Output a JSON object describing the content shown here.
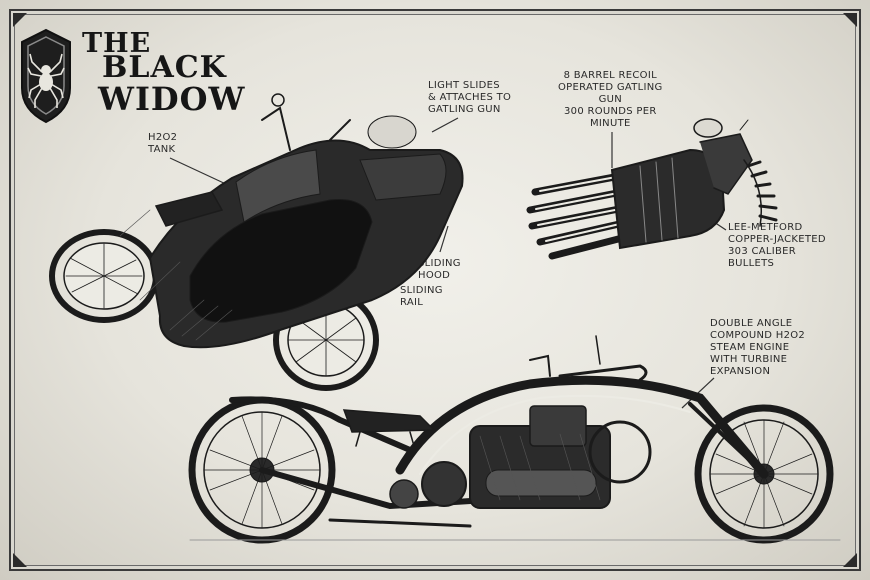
{
  "title": {
    "line1": "THE",
    "line2": "BLACK",
    "line3": "WIDOW"
  },
  "annotations": {
    "h2o_tank": "H2O2\nTANK",
    "light_slides": "LIGHT SLIDES\n& ATTACHES TO\nGATLING GUN",
    "gatling": "8 BARREL RECOIL\nOPERATED GATLING\nGUN\n300 ROUNDS PER\nMINUTE",
    "sliding_hood": "SLIDING\nHOOD",
    "sliding_rail": "SLIDING\nRAIL",
    "bullets": "LEE-METFORD\nCOPPER-JACKETED\n303 CALIBER\nBULLETS",
    "engine": "DOUBLE ANGLE\nCOMPOUND H2O2\nSTEAM ENGINE\nWITH TURBINE\nEXPANSION"
  },
  "colors": {
    "paper": "#ecebe4",
    "ink": "#1b1b1b",
    "frame": "#3a3a3a"
  },
  "icons": {
    "emblem": "spider-shield-icon"
  }
}
